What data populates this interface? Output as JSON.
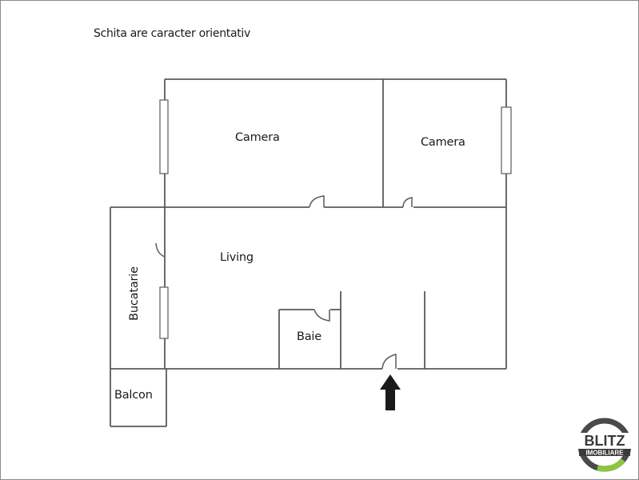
{
  "note": "Schita are caracter orientativ",
  "rooms": [
    {
      "id": "camera-1",
      "label": "Camera"
    },
    {
      "id": "camera-2",
      "label": "Camera"
    },
    {
      "id": "living",
      "label": "Living"
    },
    {
      "id": "bucatarie",
      "label": "Bucatarie"
    },
    {
      "id": "baie",
      "label": "Baie"
    },
    {
      "id": "balcon",
      "label": "Balcon"
    }
  ],
  "entrance": {
    "icon": "arrow-up-icon"
  },
  "logo": {
    "line1": "BLITZ",
    "line2": "IMOBILIARE",
    "ring_color": "#4a4a4a",
    "accent_color": "#8cc63f"
  },
  "colors": {
    "wall": "#5a5a5a",
    "text": "#1a1a1a",
    "background": "#ffffff"
  }
}
